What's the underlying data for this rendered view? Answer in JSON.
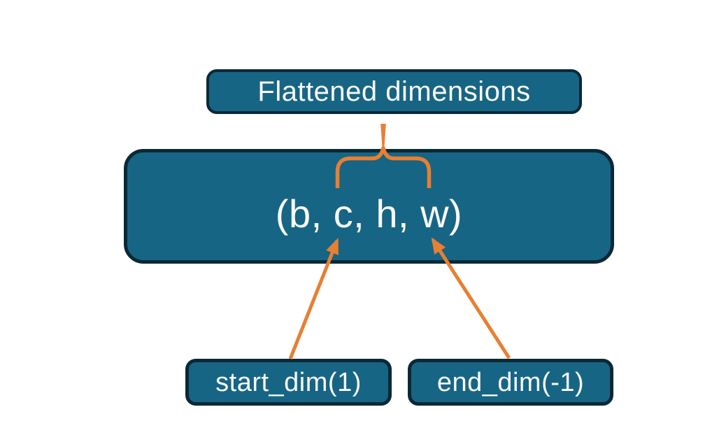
{
  "diagram": {
    "boxes": {
      "flattened": {
        "label": "Flattened dimensions"
      },
      "tensor": {
        "label": "(b, c, h, w)"
      },
      "start_dim": {
        "label": "start_dim(1)"
      },
      "end_dim": {
        "label": "end_dim(-1)"
      }
    },
    "colors": {
      "background": "#ffffff",
      "box_fill": "#176584",
      "box_border": "#0b2836",
      "accent_orange": "#e87f32",
      "label_text": "#fafafa"
    }
  }
}
